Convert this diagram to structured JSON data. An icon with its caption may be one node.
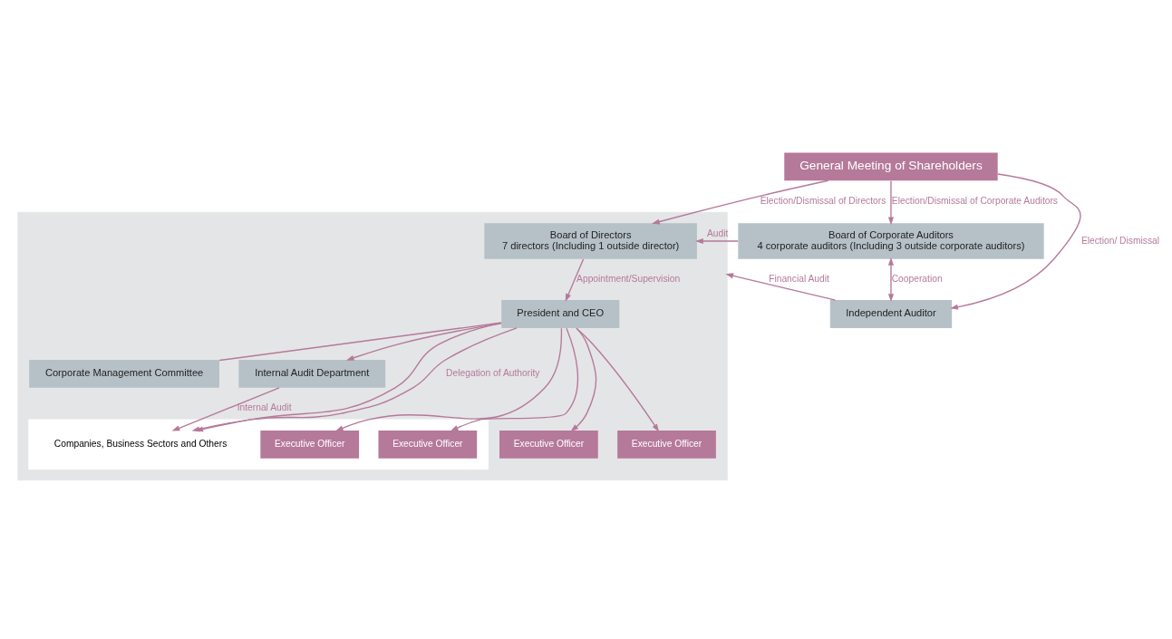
{
  "diagram": {
    "nodes": [
      {
        "text": [
          "General Meeting of Shareholders"
        ]
      },
      {
        "text": [],
        "shape": "box"
      },
      {
        "text": [
          "Board of Directors",
          "7 directors (Including 1 outside director)"
        ],
        "in": 1
      },
      {
        "text": [
          "Board of Corporate Auditors",
          "4 corporate auditors (Including 3 outside corporate auditors)"
        ]
      },
      {
        "text": [
          "Independent Auditor"
        ]
      },
      {
        "text": [
          "President and CEO"
        ],
        "in": 1
      },
      {
        "text": [
          "Corporate Management Committee"
        ],
        "in": 1
      },
      {
        "text": [
          "Internal Audit Department"
        ],
        "in": 1
      },
      {
        "text": [],
        "shape": "box",
        "in": 1
      },
      {
        "text": [
          "Companies, Business Sectors and Others"
        ],
        "in": 8
      },
      {
        "text": [
          "Executive Officer"
        ],
        "in": 8
      },
      {
        "text": [
          "Executive Officer"
        ],
        "in": 8
      },
      {
        "text": [
          "Executive Officer"
        ],
        "in": 1
      },
      {
        "text": [
          "Executive Officer"
        ],
        "in": 1
      }
    ],
    "edges": [
      {
        "from": 0,
        "to": 2,
        "arrow": "to",
        "label": "Election/Dismissal of Directors"
      },
      {
        "from": 0,
        "to": 3,
        "arrow": "to",
        "label": "Election/Dismissal of Corporate Auditors"
      },
      {
        "from": 0,
        "to": 4,
        "arrow": "to",
        "label": "Election/ Dismissal"
      },
      {
        "from": 3,
        "to": 2,
        "arrow": "to",
        "label": "Audit"
      },
      {
        "from": 3,
        "to": 4,
        "arrow": "both",
        "label": "Cooperation"
      },
      {
        "from": 4,
        "to": 1,
        "arrow": "to",
        "label": "Financial Audit"
      },
      {
        "from": 2,
        "to": 5,
        "arrow": "to",
        "label": "Appointment/Supervision"
      },
      {
        "from": 5,
        "to": 7,
        "arrow": "to"
      },
      {
        "from": 5,
        "to": 6,
        "arrow": "none"
      },
      {
        "from": 5,
        "to": 9,
        "arrow": "to"
      },
      {
        "from": 5,
        "to": 9,
        "arrow": "to",
        "label": "Delegation of Authority"
      },
      {
        "from": 5,
        "to": 10,
        "arrow": "to"
      },
      {
        "from": 5,
        "to": 11,
        "arrow": "to"
      },
      {
        "from": 5,
        "to": 12,
        "arrow": "to"
      },
      {
        "from": 5,
        "to": 13,
        "arrow": "to"
      },
      {
        "from": 7,
        "to": 9,
        "arrow": "to",
        "label": "Internal Audit"
      }
    ]
  }
}
